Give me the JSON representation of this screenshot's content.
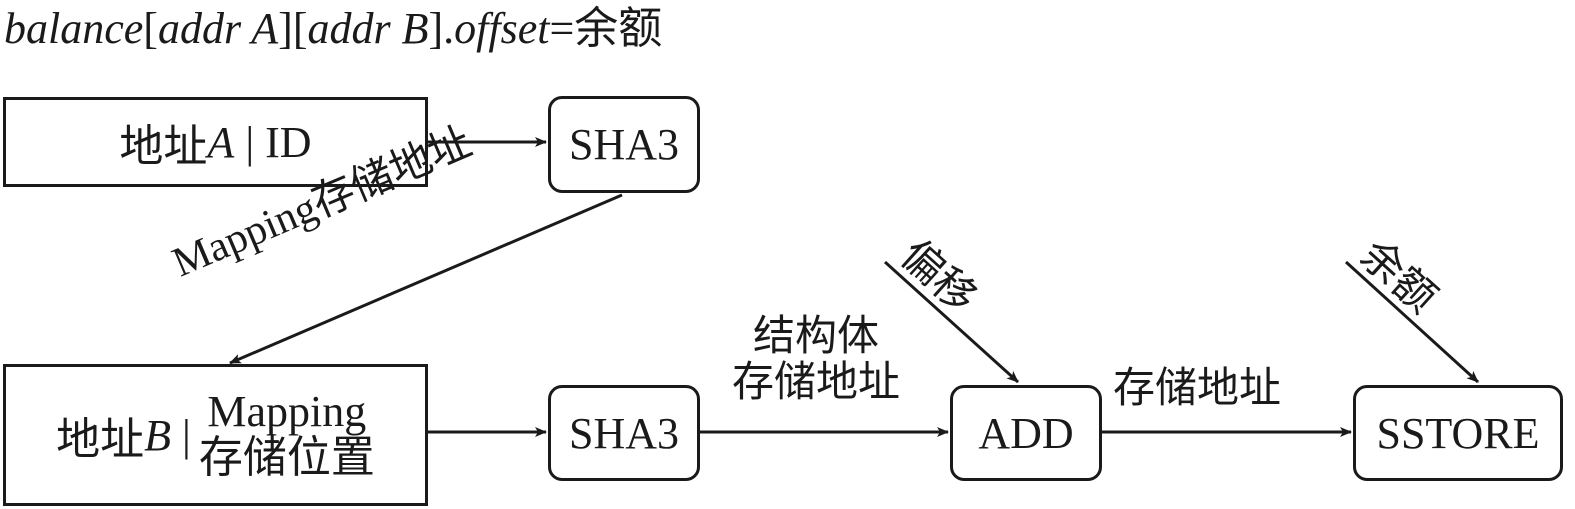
{
  "formula": {
    "var": "balance",
    "open1": "[",
    "addr_a": "addr A",
    "close1": "]",
    "open2": "[",
    "addr_b": "addr B",
    "close2": "]",
    "dot": ".",
    "field": "offset",
    "eq": "=余额"
  },
  "nodes": {
    "addr_a_box": {
      "prefix": "地址",
      "var": "A",
      "suffix": " | ID"
    },
    "sha3_top": "SHA3",
    "addr_b_box": {
      "prefix": "地址",
      "var": "B",
      "sep": " |",
      "line1": "Mapping",
      "line2": "存储位置"
    },
    "sha3_bottom": "SHA3",
    "add": "ADD",
    "sstore": "SSTORE"
  },
  "edges": {
    "mapping_storage": "Mapping存储地址",
    "struct_line1": "结构体",
    "struct_line2": "存储地址",
    "storage_addr": "存储地址",
    "offset": "偏移",
    "balance": "余额"
  }
}
